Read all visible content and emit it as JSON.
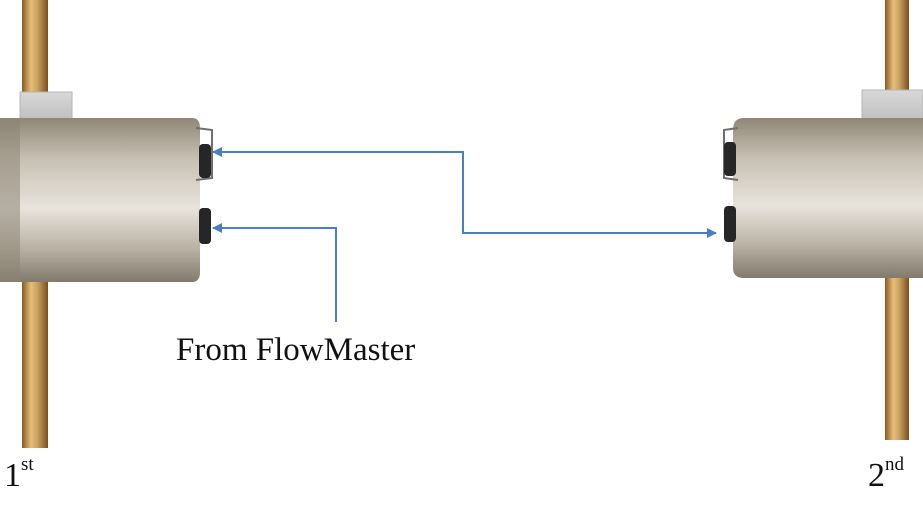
{
  "labels": {
    "source": "From FlowMaster",
    "first_number": "1",
    "first_suffix": "st",
    "second_number": "2",
    "second_suffix": "nd"
  },
  "colors": {
    "arrow": "#4a7fc1",
    "brass": "#c9a060",
    "steel": "#a39a8d",
    "background": "#ffffff"
  },
  "icons": {
    "left_device": "cylindrical-sensor-icon",
    "right_device": "cylindrical-sensor-icon",
    "connector": "push-fit-connector-icon"
  }
}
